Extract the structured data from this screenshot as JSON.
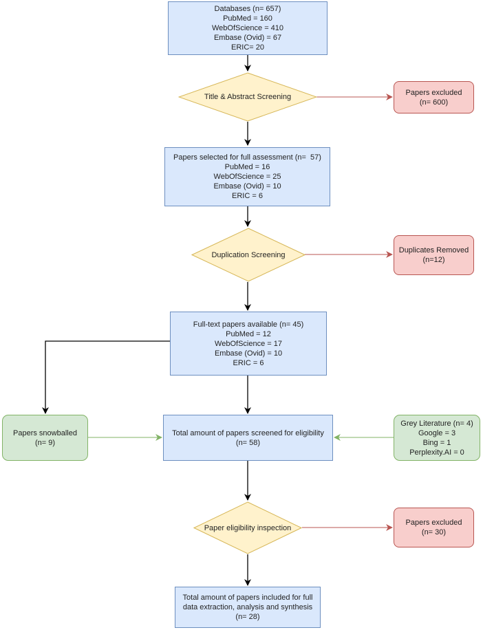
{
  "flowchart": {
    "databases": {
      "lines": [
        "Databases (n= 657)",
        "PubMed = 160",
        "WebOfScience = 410",
        "Embase (Ovid) = 67",
        "ERIC= 20"
      ]
    },
    "title_abstract_screening": "Title & Abstract Screening",
    "papers_excluded_1": {
      "lines": [
        "Papers excluded",
        "(n= 600)"
      ]
    },
    "full_assessment": {
      "lines": [
        "Papers selected for full assessment (n=  57)",
        "PubMed = 16",
        "WebOfScience = 25",
        "Embase (Ovid) = 10",
        "ERIC = 6"
      ]
    },
    "duplication_screening": "Duplication Screening",
    "duplicates_removed": {
      "lines": [
        "Duplicates Removed",
        "(n=12)"
      ]
    },
    "full_text": {
      "lines": [
        "Full-text papers available (n= 45)",
        "PubMed = 12",
        "WebOfScience = 17",
        "Embase (Ovid) = 10",
        "ERIC = 6"
      ]
    },
    "snowballed": {
      "lines": [
        "Papers snowballed",
        "(n= 9)"
      ]
    },
    "screened_eligibility": {
      "lines": [
        "Total amount of papers screened for eligibility",
        "(n= 58)"
      ]
    },
    "grey_literature": {
      "lines": [
        "Grey Literature (n= 4)",
        "Google = 3",
        "Bing = 1",
        "Perplexity.AI = 0"
      ]
    },
    "eligibility_inspection": "Paper eligibility inspection",
    "papers_excluded_2": {
      "lines": [
        "Papers excluded",
        "(n= 30)"
      ]
    },
    "included": {
      "lines": [
        "Total amount of papers included for full data extraction, analysis and synthesis",
        "(n= 28)"
      ]
    }
  },
  "colors": {
    "process_fill": "#dae8fc",
    "process_stroke": "#6c8ebf",
    "decision_fill": "#fff2cc",
    "decision_stroke": "#d6b656",
    "excluded_fill": "#f8cecc",
    "excluded_stroke": "#b85450",
    "added_fill": "#d5e8d4",
    "added_stroke": "#82b366"
  }
}
